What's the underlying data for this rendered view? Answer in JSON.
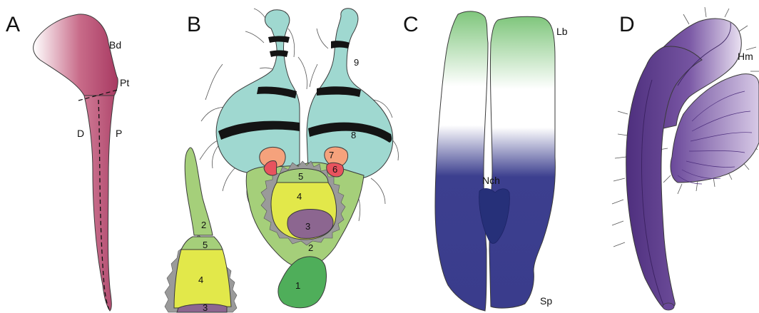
{
  "panels": [
    {
      "id": "A",
      "letter": "A",
      "labels": [
        "Bd",
        "Pt",
        "D",
        "P"
      ]
    },
    {
      "id": "B",
      "letter": "B",
      "numbers": [
        "1",
        "2",
        "3",
        "4",
        "5",
        "6",
        "7",
        "8",
        "9"
      ],
      "small_numbers": [
        "2",
        "3",
        "4",
        "5"
      ]
    },
    {
      "id": "C",
      "letter": "C",
      "labels": [
        "Lb",
        "Nch",
        "Sp"
      ]
    },
    {
      "id": "D",
      "letter": "D",
      "labels": [
        "Hm"
      ]
    }
  ],
  "colors": {
    "panel_a_dark": "#b0446a",
    "panel_a_light": "#ffffff",
    "teal": "#9fd8d0",
    "light_green": "#a5cf7a",
    "dark_green": "#4fae5a",
    "yellow": "#e2e84a",
    "purple_region": "#8c6690",
    "salmon": "#f5a27c",
    "red": "#e8535e",
    "stripe": "#141414",
    "panel_c_green": "#7fc67c",
    "panel_c_navy": "#3b3f8e",
    "panel_c_dark": "#263079",
    "panel_d_dark": "#5d3a8b",
    "panel_d_light": "#e7def0",
    "spine_gray": "#8a8a8a"
  }
}
